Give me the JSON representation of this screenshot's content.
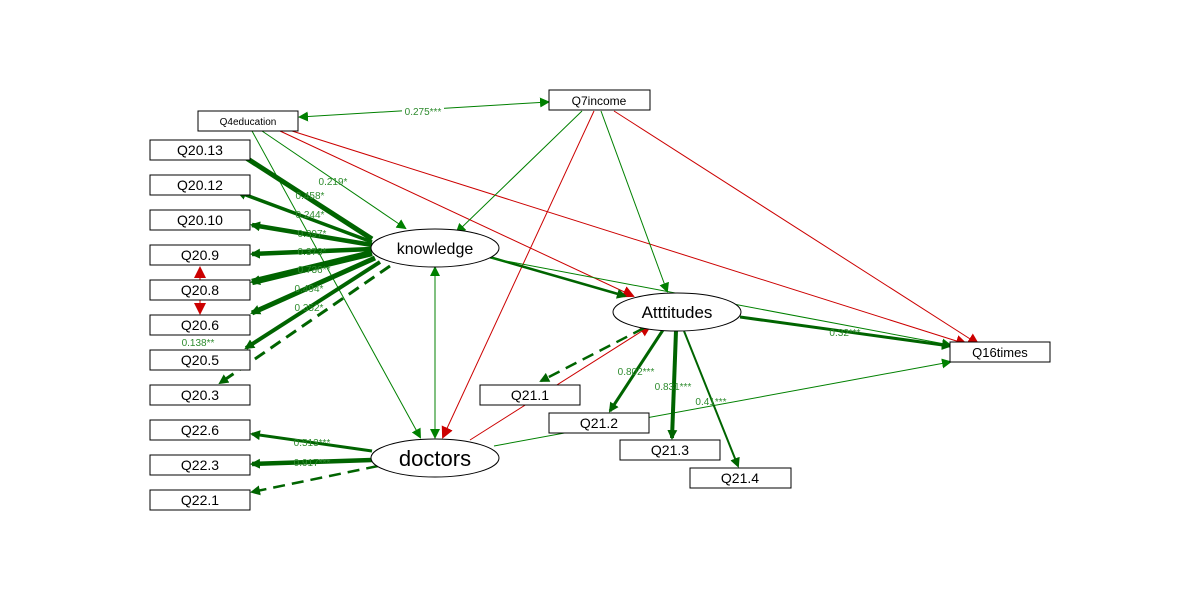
{
  "diagram": {
    "latents": {
      "knowledge": "knowledge",
      "attitudes": "Atttitudes",
      "doctors": "doctors"
    },
    "observed": {
      "q4education": "Q4education",
      "q7income": "Q7income",
      "q16times": "Q16times",
      "q20_13": "Q20.13",
      "q20_12": "Q20.12",
      "q20_10": "Q20.10",
      "q20_9": "Q20.9",
      "q20_8": "Q20.8",
      "q20_6": "Q20.6",
      "q20_5": "Q20.5",
      "q20_3": "Q20.3",
      "q22_6": "Q22.6",
      "q22_3": "Q22.3",
      "q22_1": "Q22.1",
      "q21_1": "Q21.1",
      "q21_2": "Q21.2",
      "q21_3": "Q21.3",
      "q21_4": "Q21.4"
    },
    "coefficients": {
      "edu_income": "0.275***",
      "k_q20_13": "0.219*",
      "k_q20_12": "0.458*",
      "k_q20_10": "0.244*",
      "k_q20_9": "0.397*",
      "k_q20_8": "0.373*",
      "k_q20_6": "0.736**",
      "k_q20_5": "0.494*",
      "k_q20_3": "0.352*",
      "q20_6_q20_5": "0.138**",
      "d_q22_6": "0.513***",
      "d_q22_3": "0.917***",
      "a_q21_2": "0.802***",
      "a_q21_3": "0.831***",
      "a_q21_4": "0.41***",
      "a_q16": "0.32***"
    },
    "colors": {
      "positive": "#008000",
      "strong": "#006400",
      "negative": "#cc0000",
      "label": "#2e8b2e"
    }
  }
}
